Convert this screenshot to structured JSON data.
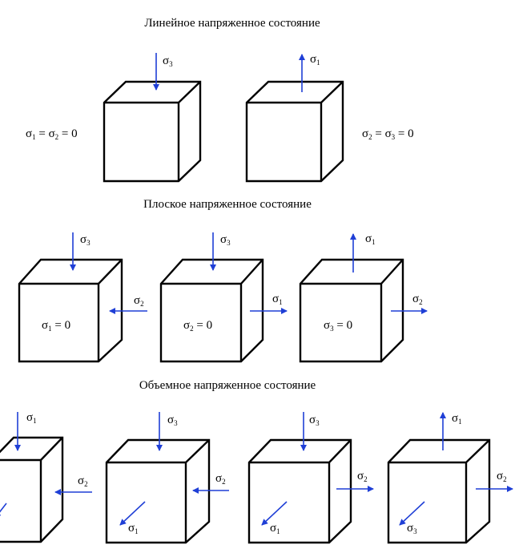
{
  "arrow_color": "#1f3fd6",
  "line_color": "#000000",
  "sections": [
    {
      "title": "Линейное напряженное состояние",
      "cubes": [
        {
          "arrows": [
            {
              "dir": "down-top",
              "sym": "σ",
              "sub": "3"
            }
          ],
          "side_label": {
            "side": "left",
            "parts": [
              {
                "sym": "σ",
                "sub": "1"
              },
              {
                "sym": "σ",
                "sub": "2"
              }
            ],
            "tail": "0"
          }
        },
        {
          "arrows": [
            {
              "dir": "up-top",
              "sym": "σ",
              "sub": "1"
            }
          ],
          "side_label": {
            "side": "right",
            "parts": [
              {
                "sym": "σ",
                "sub": "2"
              },
              {
                "sym": "σ",
                "sub": "3"
              }
            ],
            "tail": "0"
          }
        }
      ]
    },
    {
      "title": "Плоское напряженное состояние",
      "cubes": [
        {
          "arrows": [
            {
              "dir": "down-top",
              "sym": "σ",
              "sub": "3"
            },
            {
              "dir": "left-in",
              "sym": "σ",
              "sub": "2"
            }
          ],
          "face_label": {
            "parts": [
              {
                "sym": "σ",
                "sub": "1"
              }
            ],
            "tail": "0"
          }
        },
        {
          "arrows": [
            {
              "dir": "down-top",
              "sym": "σ",
              "sub": "3"
            },
            {
              "dir": "right-out",
              "sym": "σ",
              "sub": "1"
            }
          ],
          "face_label": {
            "parts": [
              {
                "sym": "σ",
                "sub": "2"
              }
            ],
            "tail": "0"
          }
        },
        {
          "arrows": [
            {
              "dir": "up-top",
              "sym": "σ",
              "sub": "1"
            },
            {
              "dir": "right-out",
              "sym": "σ",
              "sub": "2"
            }
          ],
          "face_label": {
            "parts": [
              {
                "sym": "σ",
                "sub": "3"
              }
            ],
            "tail": "0"
          }
        }
      ]
    },
    {
      "title": "Объемное напряженное состояние",
      "cubes": [
        {
          "arrows": [
            {
              "dir": "down-top",
              "sym": "σ",
              "sub": "1"
            },
            {
              "dir": "left-in",
              "sym": "σ",
              "sub": "2"
            },
            {
              "dir": "diag-in",
              "sym": "",
              "sub": ""
            }
          ]
        },
        {
          "arrows": [
            {
              "dir": "down-top",
              "sym": "σ",
              "sub": "3"
            },
            {
              "dir": "left-in",
              "sym": "σ",
              "sub": "2"
            },
            {
              "dir": "diag-in",
              "sym": "σ",
              "sub": "1"
            }
          ]
        },
        {
          "arrows": [
            {
              "dir": "down-top",
              "sym": "σ",
              "sub": "3"
            },
            {
              "dir": "right-out",
              "sym": "σ",
              "sub": "2"
            },
            {
              "dir": "diag-in",
              "sym": "σ",
              "sub": "1"
            }
          ]
        },
        {
          "arrows": [
            {
              "dir": "up-top",
              "sym": "σ",
              "sub": "1"
            },
            {
              "dir": "right-out",
              "sym": "σ",
              "sub": "2"
            },
            {
              "dir": "diag-in",
              "sym": "σ",
              "sub": "3"
            }
          ]
        }
      ]
    }
  ]
}
